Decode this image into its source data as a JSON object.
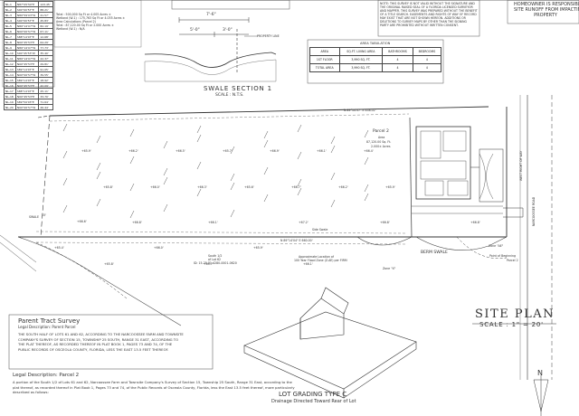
{
  "left_table": {
    "rows": [
      [
        "NL-1",
        "N87°05'50\"E",
        "123.45'"
      ],
      [
        "NL-2",
        "S00°00'57\"E",
        "88.21'"
      ],
      [
        "NL-3",
        "N89°59'03\"W",
        "41.57'"
      ],
      [
        "NL-4",
        "S00°00'57\"E",
        "45.83'"
      ],
      [
        "NL-5",
        "N89°14'07\"W",
        "82.19'"
      ],
      [
        "NL-6",
        "N00°00'57\"W",
        "67.11'"
      ],
      [
        "NL-7",
        "S88°14'07\"E",
        "12.68'"
      ],
      [
        "NL-8",
        "N00°45'53\"E",
        "64.29'"
      ],
      [
        "NL-9",
        "N89°14'07\"W",
        "77.73'"
      ],
      [
        "NL-10",
        "S00°45'53\"W",
        "35.40'"
      ],
      [
        "NL-11",
        "N89°14'07\"W",
        "22.37'"
      ],
      [
        "NL-12",
        "N00°45'53\"E",
        "29.81'"
      ],
      [
        "NL-13",
        "S89°14'07\"E",
        "91.05'"
      ],
      [
        "NL-14",
        "N00°00'57\"W",
        "39.55'"
      ],
      [
        "NL-15",
        "S89°14'07\"E",
        "18.92'"
      ],
      [
        "NL-16",
        "N00°45'53\"E",
        "42.09'"
      ],
      [
        "NL-17",
        "S88°14'07\"E",
        "25.11'"
      ],
      [
        "NL-18",
        "N00°45'53\"E",
        "33.70'"
      ],
      [
        "NL-19",
        "S89°59'03\"E",
        "71.64'"
      ],
      [
        "NL-20",
        "N00°00'57\"W",
        "26.44'"
      ]
    ]
  },
  "area_calcs": {
    "lines": [
      "Total  : 500,000 Sq Ft  or  4.005 Acres ±",
      "Wetland (W-1) :  175,763 Sq Ft  or  4.035 Acres ±",
      "Area Calculations (Parcel 2)",
      "Total  : 87,120.00 Sq Ft  or  2.000 Acres ±",
      "Wetland (W-1) :  N/A"
    ]
  },
  "note_box": {
    "lines": [
      "NOTE: THIS SURVEY IS NOT VALID WITHOUT THE SIGNATURE AND",
      "THE ORIGINAL RAISED SEAL OF A FLORIDA LICENSED SURVEYOR",
      "AND MAPPER. THIS SURVEY WAS PREPARED WITHOUT THE BENEFIT",
      "OF A TITLE SEARCH. EASEMENTS AND RIGHTS OF WAY OF RECORD",
      "MAY EXIST THAT ARE NOT SHOWN HEREON. ADDITIONS OR",
      "DELETIONS TO SURVEY MAPS BY OTHER THAN THE SIGNING",
      "PARTY ARE PROHIBITED WITHOUT WRITTEN CONSENT."
    ]
  },
  "owner_note": {
    "lines": [
      "HOMEOWNER IS RESPONSIBLE FOR",
      "SITE RUNOFF FROM IMPACTING",
      "PROPERTY"
    ]
  },
  "section_dims": {
    "overall": "7'-6\"",
    "left": "5'-0\"",
    "right": "3'-0\"",
    "property_line": "PROPERTY LINE"
  },
  "swale_section": {
    "title": "SWALE SECTION 1",
    "scale": "SCALE : N.T.S."
  },
  "area_tab": {
    "title": "AREA TABULATION",
    "headers": [
      "AREA",
      "SQ.FT. LIVING AREA",
      "BATHROOMS",
      "BEDROOMS"
    ],
    "rows": [
      [
        "1ST FLOOR",
        "3,990 SQ. FT.",
        "4",
        "4"
      ],
      [
        "TOTAL AREA",
        "3,990 SQ. FT.",
        "4",
        "4"
      ]
    ]
  },
  "plan": {
    "north_bearing": "N 89°14'07\" E  658.02'",
    "south_bearing": "N 89°14'04\" E  660.00'",
    "parcel_label": "Parcel 2",
    "parcel_area_label": "Area",
    "parcel_sqft": "87,120.00 Sq. Ft.",
    "parcel_acres": "2.000± Acres",
    "south_half": "South 1/2",
    "lot62": "of Lot 62",
    "parcel_id": "ID: 15-25-31-4280-0001-0620",
    "flow": "Approximate Location of",
    "flow2": "100 Year Flood Zone (Z-AE) per FIRM",
    "zone_x": "Zone \"X\"",
    "zone_ae": "Zone \"AE\"",
    "berm_swale": "BERM SWALE",
    "side_swale": "Side Swale",
    "swale": "SWALE",
    "pob": "Point of Beginning",
    "pob2": "Parcel 2",
    "dim_north": "15'",
    "dim_a": "+66.8'",
    "dim_b": "+67.2'",
    "dim_c": "+66.6'",
    "dim_d": "+66.1'",
    "dim_e": "+66.8'",
    "dim_f": "+66.8'",
    "road": "NARCOOSSEE ROAD",
    "road_side": "WEST RIGHT OF WAY",
    "elev_ticks": [
      "+65.9'",
      "+66.2'",
      "+66.5'",
      "+65.7'",
      "+66.9'",
      "+66.1'",
      "+66.4'",
      "+65.8'",
      "+66.0'",
      "+66.3'",
      "+65.6'",
      "+66.7'",
      "+66.2'",
      "+65.9'"
    ],
    "south_elev_ticks": [
      "+65.4'",
      "+65.8'",
      "+66.0'",
      "+65.7'",
      "+65.9'",
      "+66.1'"
    ]
  },
  "site_plan": {
    "title": "SITE PLAN",
    "scale": "SCALE : 1\" = 20'"
  },
  "parent_survey": {
    "title": "Parent Tract Survey",
    "subtitle": "Legal Description: Parent Parcel",
    "lines": [
      "THE SOUTH HALF OF LOTS 61 AND 62, ACCORDING TO THE NARCOOSSEE FARM AND TOWNSITE",
      "COMPANY'S SURVEY OF SECTION 15, TOWNSHIP 25 SOUTH, RANGE 31 EAST, ACCORDING TO",
      "THE PLAT THEREOF, AS RECORDED THEREOF IN PLAT BOOK 1, PAGES 73 AND 74, OF THE",
      "PUBLIC RECORDS OF OSCEOLA COUNTY, FLORIDA, LESS THE EAST 13.5 FEET THEREOF."
    ]
  },
  "lot_grading": {
    "title": "LOT GRADING TYPE C",
    "subtitle": "Drainage Directed Toward Rear of Lot"
  },
  "legal_p2": {
    "title": "Legal Description:  Parcel 2",
    "lines": [
      "A portion of the South 1/2 of Lots 61 and 62, Narcoossee Farm and Townsite Company's Survey of Section 15, Township 25 South, Range 31 East, according to the",
      "plat thereof, as recorded thereof in Plat Book 1, Pages 73 and 74, of the Public Records of Osceola County, Florida, less the East 13.5 feet thereof, more particularly",
      "described as follows:"
    ]
  },
  "north_arrow": "N"
}
